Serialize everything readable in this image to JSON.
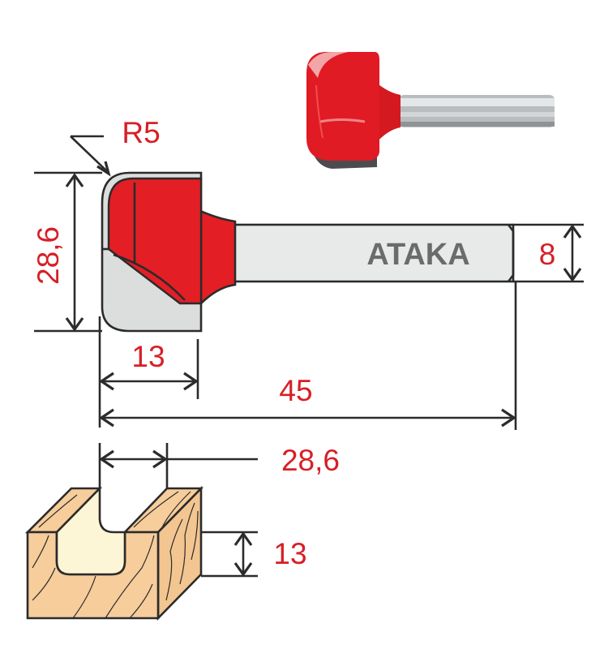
{
  "diagram": {
    "subject": "bowl router bit",
    "brand_label": "ATAKA",
    "dimensions": {
      "radius": "R5",
      "cutting_diameter": "28,6",
      "cutting_length": "13",
      "shank_diameter": "8",
      "overall_length": "45",
      "groove_width": "28,6",
      "groove_depth": "13"
    },
    "colors": {
      "cutter_red": "#e31e25",
      "carbide_gray": "#dcdddd",
      "shank_gray": "#e8e9e9",
      "dimension_text": "#d71f26",
      "wood": "#f6cd9b",
      "groove": "#fdf6d6",
      "outline": "#2b2b2b"
    }
  }
}
